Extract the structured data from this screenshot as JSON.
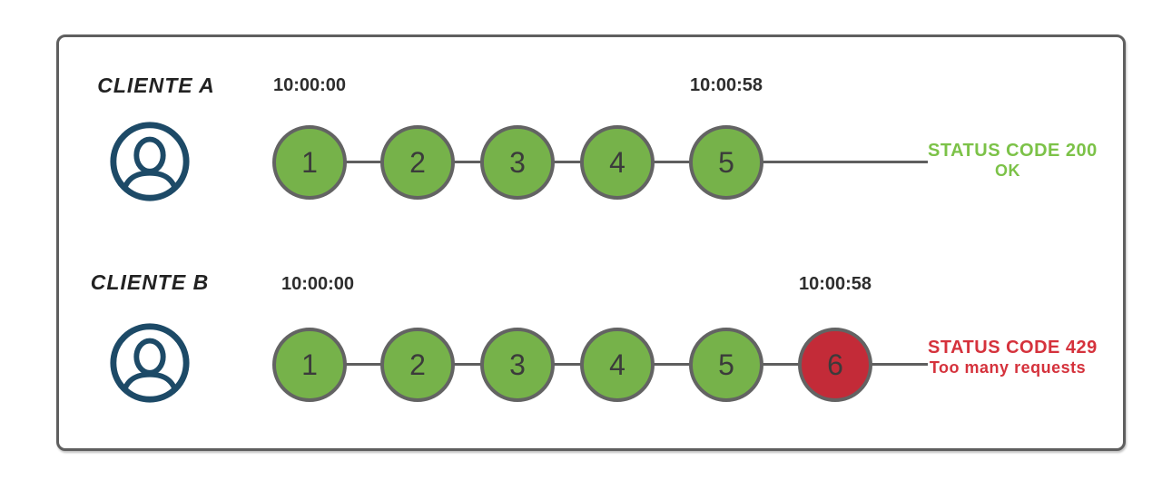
{
  "colors": {
    "ok-fill": "#76b24a",
    "blocked-fill": "#c32b38",
    "circle-border": "#636363",
    "line": "#5e5e5e",
    "ok-text": "#7cc248",
    "error-text": "#d5323c",
    "avatar": "#1d4a67",
    "dark-text": "#2d2d2d",
    "frame-border": "#5f5f5f",
    "digit": "#3b3b3b"
  },
  "rows": [
    {
      "client_label": "CLIENTE A",
      "start_time": "10:00:00",
      "end_time": "10:00:58",
      "requests": [
        {
          "label": "1",
          "state": "ok"
        },
        {
          "label": "2",
          "state": "ok"
        },
        {
          "label": "3",
          "state": "ok"
        },
        {
          "label": "4",
          "state": "ok"
        },
        {
          "label": "5",
          "state": "ok"
        }
      ],
      "status": {
        "line1": "STATUS CODE 200",
        "line2": "OK",
        "type": "ok"
      }
    },
    {
      "client_label": "CLIENTE B",
      "start_time": "10:00:00",
      "end_time": "10:00:58",
      "requests": [
        {
          "label": "1",
          "state": "ok"
        },
        {
          "label": "2",
          "state": "ok"
        },
        {
          "label": "3",
          "state": "ok"
        },
        {
          "label": "4",
          "state": "ok"
        },
        {
          "label": "5",
          "state": "ok"
        },
        {
          "label": "6",
          "state": "blocked"
        }
      ],
      "status": {
        "line1": "STATUS CODE 429",
        "line2": "Too many requests",
        "type": "error"
      }
    }
  ]
}
